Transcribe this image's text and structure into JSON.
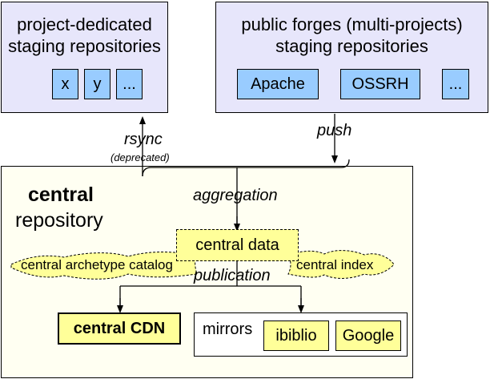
{
  "panels": {
    "project_dedicated": {
      "title_line1": "project-dedicated",
      "title_line2": "staging repositories",
      "chips": [
        "x",
        "y",
        "..."
      ]
    },
    "public_forges": {
      "title_line1": "public forges (multi-projects)",
      "title_line2": "staging repositories",
      "chips": [
        "Apache",
        "OSSRH",
        "..."
      ]
    }
  },
  "connectors": {
    "rsync": "rsync",
    "rsync_note": "(deprecated)",
    "push": "push",
    "aggregation": "aggregation",
    "publication": "publication"
  },
  "central": {
    "title_bold": "central",
    "title_rest": "repository",
    "data": "central data",
    "archetype_catalog": "central archetype catalog",
    "index": "central index",
    "cdn": "central CDN",
    "mirrors_label": "mirrors",
    "mirrors": [
      "ibiblio",
      "Google"
    ]
  },
  "colors": {
    "top_panel": "#e7e6fb",
    "chip": "#99ccff",
    "central_bg": "#fffff2",
    "yellow": "#ffff99"
  }
}
